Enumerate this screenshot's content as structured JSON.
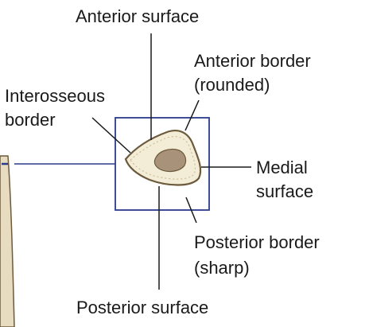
{
  "labels": {
    "anterior_surface": "Anterior surface",
    "anterior_border_line1": "Anterior border",
    "anterior_border_line2": "(rounded)",
    "interosseous_line1": "Interosseous",
    "interosseous_line2": "border",
    "medial_line1": "Medial",
    "medial_line2": "surface",
    "posterior_border_line1": "Posterior border",
    "posterior_border_line2": "(sharp)",
    "posterior_surface": "Posterior surface"
  },
  "colors": {
    "frame": "#2b3a8c",
    "bone_fill": "#f3ecd6",
    "bone_outline": "#6b5a3c",
    "marrow": "#a8937a",
    "leader": "#1a1a1a",
    "shaft_shade": "#e8dcc0"
  }
}
